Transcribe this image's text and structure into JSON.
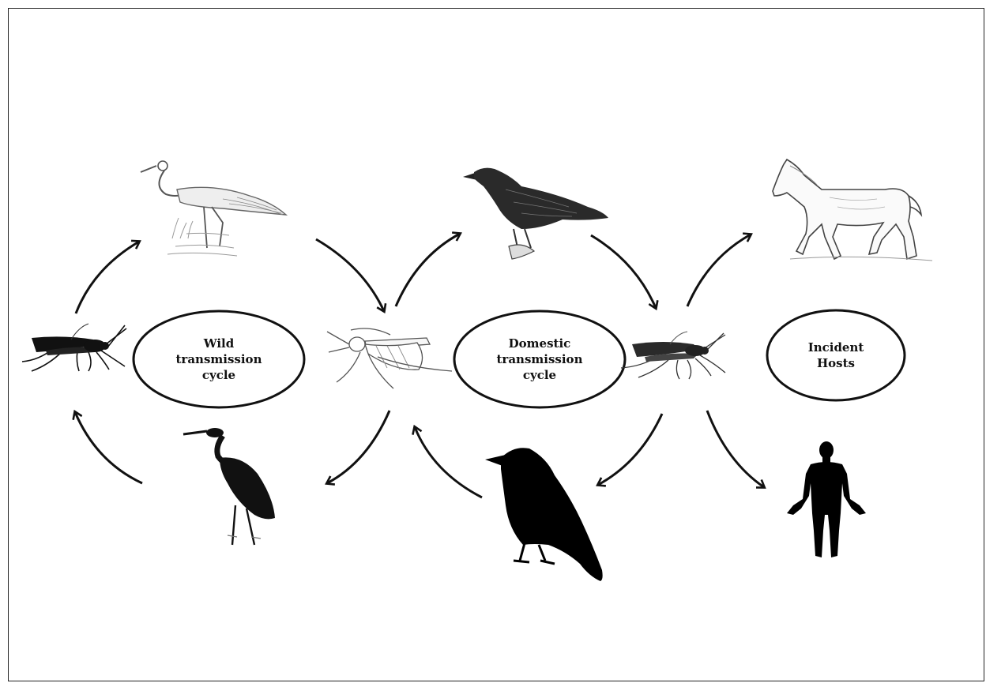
{
  "cycles": {
    "wild": {
      "label_lines": [
        "Wild",
        "transmission",
        "cycle"
      ]
    },
    "domestic": {
      "label_lines": [
        "Domestic",
        "transmission",
        "cycle"
      ]
    },
    "incident": {
      "label_lines": [
        "Incident",
        "Hosts"
      ]
    }
  },
  "icons": [
    "mosquito-silhouette-icon",
    "egret-sketch-icon",
    "heron-silhouette-icon",
    "mosquito-sketch-icon",
    "crow-sketch-icon",
    "crow-silhouette-icon",
    "horse-sketch-icon",
    "human-silhouette-icon"
  ],
  "colors": {
    "ink": "#111111",
    "sketch": "#555555",
    "sketch_light": "#9a9a9a",
    "frame": "#222222"
  }
}
